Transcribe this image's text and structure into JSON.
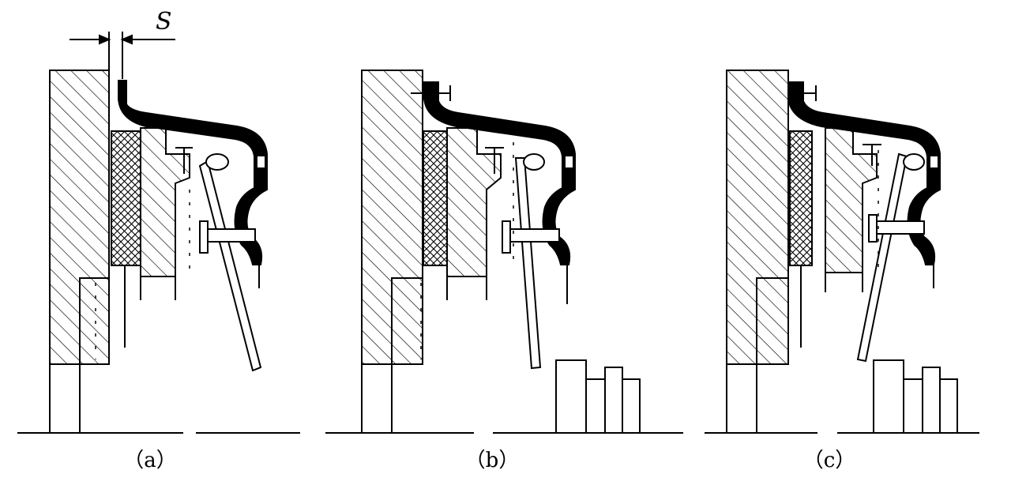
{
  "figure": {
    "dimension_label": "S",
    "panels": [
      {
        "id": "a",
        "caption": "（a）"
      },
      {
        "id": "b",
        "caption": "（b）"
      },
      {
        "id": "c",
        "caption": "（c）"
      }
    ]
  },
  "colors": {
    "ink": "#000000",
    "paper": "#ffffff"
  }
}
